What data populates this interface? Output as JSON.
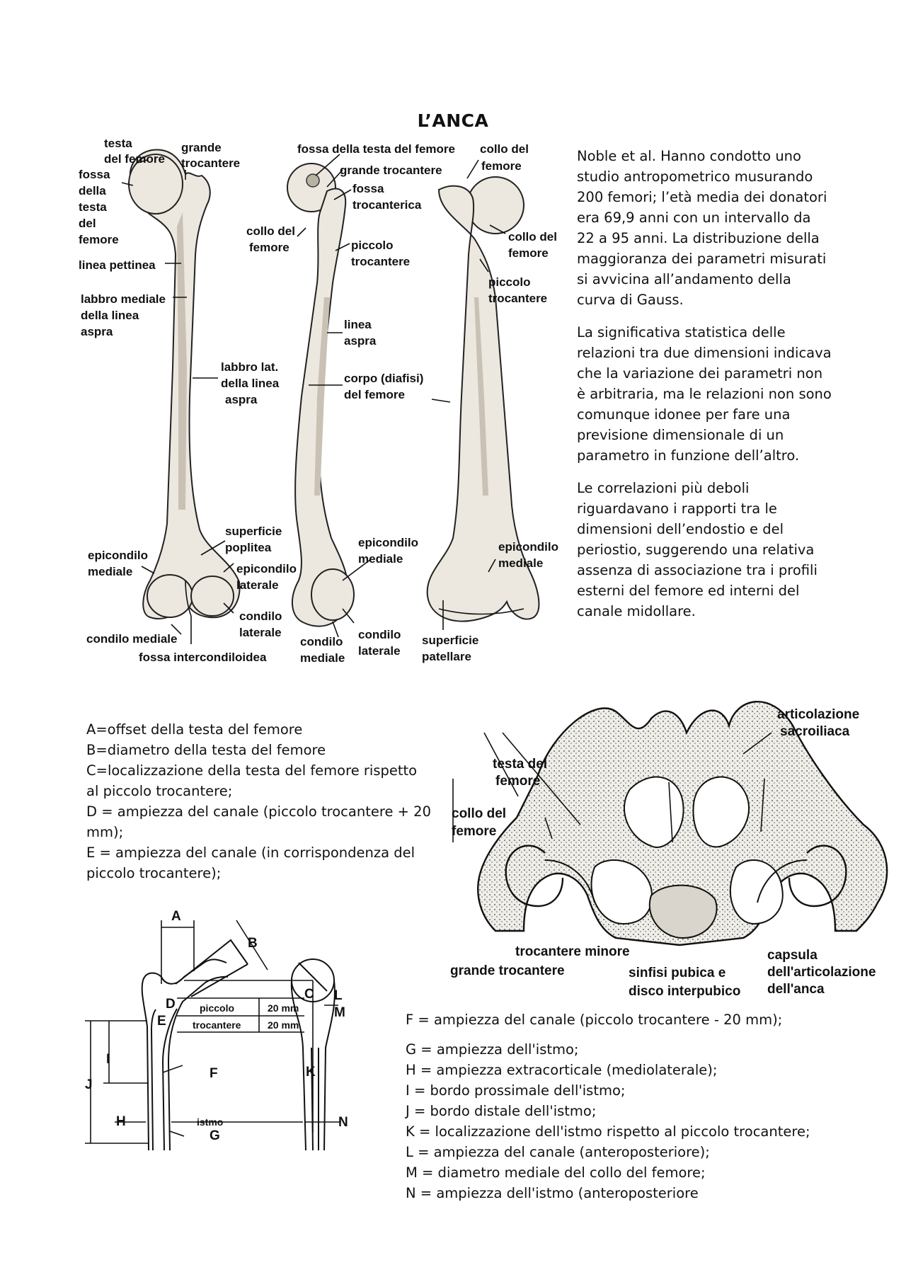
{
  "title": "L’ANCA",
  "paragraphs": [
    "Noble et al. Hanno condotto uno studio antropometrico musurando 200 femori; l’età media dei donatori era 69,9 anni con un intervallo da 22 a 95 anni. La distribuzione della maggioranza dei parametri misurati si avvicina all’andamento della curva di Gauss.",
    "La significativa statistica delle relazioni tra due dimensioni indicava che la variazione dei parametri non è arbitraria, ma le relazioni non sono comunque idonee per fare una previsione dimensionale di un parametro in funzione dell’altro.",
    "Le correlazioni più deboli riguardavano i rapporti tra le dimensioni dell’endostio e del periostio, suggerendo una relativa assenza di associazione tra i profili esterni del femore ed interni del canale midollare."
  ],
  "femur_figure": {
    "labels": {
      "testa_del_femore_1": "testa",
      "testa_del_femore_2": "del femore",
      "grande_trocantere_1": "grande",
      "grande_trocantere_2": "trocantere",
      "fossa_testa_1": "fossa",
      "fossa_testa_2": "della",
      "fossa_testa_3": "testa",
      "fossa_testa_4": "del",
      "fossa_testa_5": "femore",
      "linea_pettinea": "linea pettinea",
      "labbro_mediale_1": "labbro mediale",
      "labbro_mediale_2": "della linea",
      "labbro_mediale_3": "aspra",
      "labbro_lat_1": "labbro lat.",
      "labbro_lat_2": "della linea",
      "labbro_lat_3": "aspra",
      "superficie_poplitea_1": "superficie",
      "superficie_poplitea_2": "poplitea",
      "epicondilo_mediale_a_1": "epicondilo",
      "epicondilo_mediale_a_2": "mediale",
      "epicondilo_laterale_1": "epicondilo",
      "epicondilo_laterale_2": "laterale",
      "condilo_laterale_a_1": "condilo",
      "condilo_laterale_a_2": "laterale",
      "condilo_mediale_a": "condilo mediale",
      "fossa_intercondiloidea": "fossa intercondiloidea",
      "fossa_testa_del_femore": "fossa della testa del femore",
      "grande_trocantere_b": "grande trocantere",
      "fossa_trocanterica_1": "fossa",
      "fossa_trocanterica_2": "trocanterica",
      "collo_del_femore_b_1": "collo del",
      "collo_del_femore_b_2": "femore",
      "piccolo_trocantere_b_1": "piccolo",
      "piccolo_trocantere_b_2": "trocantere",
      "linea_aspra_1": "linea",
      "linea_aspra_2": "aspra",
      "corpo_1": "corpo (diafisi)",
      "corpo_2": "del femore",
      "epicondilo_mediale_b_1": "epicondilo",
      "epicondilo_mediale_b_2": "mediale",
      "condilo_mediale_b_1": "condilo",
      "condilo_mediale_b_2": "mediale",
      "condilo_laterale_b_1": "condilo",
      "condilo_laterale_b_2": "laterale",
      "collo_del_femore_c_top_1": "collo del",
      "collo_del_femore_c_top_2": "femore",
      "collo_del_femore_c_1": "collo del",
      "collo_del_femore_c_2": "femore",
      "piccolo_trocantere_c_1": "piccolo",
      "piccolo_trocantere_c_2": "trocantere",
      "epicondilo_mediale_c_1": "epicondilo",
      "epicondilo_mediale_c_2": "mediale",
      "superficie_patellare_1": "superficie",
      "superficie_patellare_2": "patellare"
    }
  },
  "legend_top": [
    "A=offset della testa del femore",
    "B=diametro della testa del femore",
    "C=localizzazione della testa del femore rispetto al piccolo trocantere;",
    "D = ampiezza del canale (piccolo trocantere + 20 mm);",
    "E = ampiezza del canale (in corrispondenza del piccolo trocantere);"
  ],
  "pelvis_figure": {
    "articolazione_1": "articolazione",
    "articolazione_2": "sacroiliaca",
    "testa_1": "testa del",
    "testa_2": "femore",
    "collo_1": "collo del",
    "collo_2": "femore",
    "trocantere_minore": "trocantere minore",
    "grande_trocantere": "grande trocantere",
    "sinfisi_1": "sinfisi pubica e",
    "sinfisi_2": "disco interpubico",
    "capsula_1": "capsula",
    "capsula_2": "dell'articolazione",
    "capsula_3": "dell'anca"
  },
  "measure_figure": {
    "letters": {
      "A": "A",
      "B": "B",
      "C": "C",
      "D": "D",
      "E": "E",
      "F": "F",
      "G": "G",
      "H": "H",
      "I": "I",
      "J": "J",
      "K": "K",
      "L": "L",
      "M": "M",
      "N": "N"
    },
    "piccolo": "piccolo",
    "trocantere": "trocantere",
    "mm20_a": "20 mm",
    "mm20_b": "20 mm",
    "istmo": "istmo"
  },
  "legend_bottom": [
    "F = ampiezza del canale (piccolo trocantere - 20 mm);",
    "G = ampiezza dell'istmo;",
    "H = ampiezza extracorticale (mediolaterale);",
    "I = bordo prossimale dell'istmo;",
    "J = bordo distale dell'istmo;",
    "K = localizzazione dell'istmo rispetto al piccolo trocantere;",
    "L = ampiezza del canale (anteroposteriore);",
    "M = diametro mediale del collo del femore;",
    "N = ampiezza dell'istmo (anteroposteriore"
  ]
}
